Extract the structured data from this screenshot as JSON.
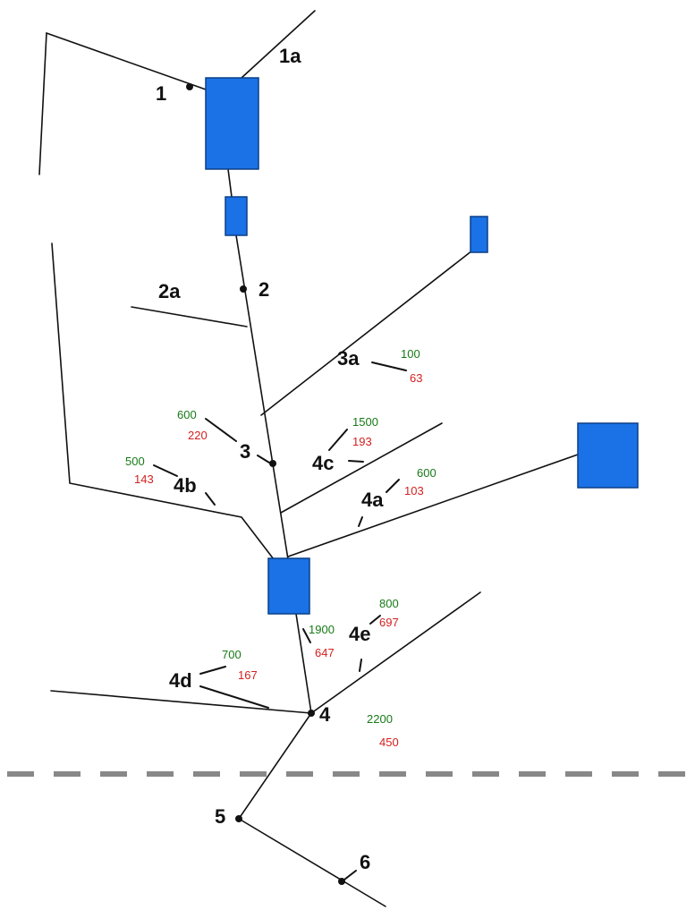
{
  "colors": {
    "building": "#1a72e6",
    "line": "#111111",
    "boundary": "#888888",
    "value_green": "#167a16",
    "value_red": "#d42020"
  },
  "labels": {
    "n1": "1",
    "n1a": "1a",
    "n2": "2",
    "n2a": "2a",
    "n3": "3",
    "n3a": "3a",
    "n4": "4",
    "n4a": "4a",
    "n4b": "4b",
    "n4c": "4c",
    "n4d": "4d",
    "n4e": "4e",
    "n5": "5",
    "n6": "6"
  },
  "values": {
    "v3a": {
      "green": "100",
      "red": "63"
    },
    "v3": {
      "green": "600",
      "red": "220"
    },
    "v4c": {
      "green": "1500",
      "red": "193"
    },
    "v4b": {
      "green": "500",
      "red": "143"
    },
    "v4a": {
      "green": "600",
      "red": "103"
    },
    "v4e": {
      "green": "800",
      "red": "697"
    },
    "vtrunk": {
      "green": "1900",
      "red": "647"
    },
    "v4d": {
      "green": "700",
      "red": "167"
    },
    "v4": {
      "green": "2200",
      "red": "450"
    }
  }
}
